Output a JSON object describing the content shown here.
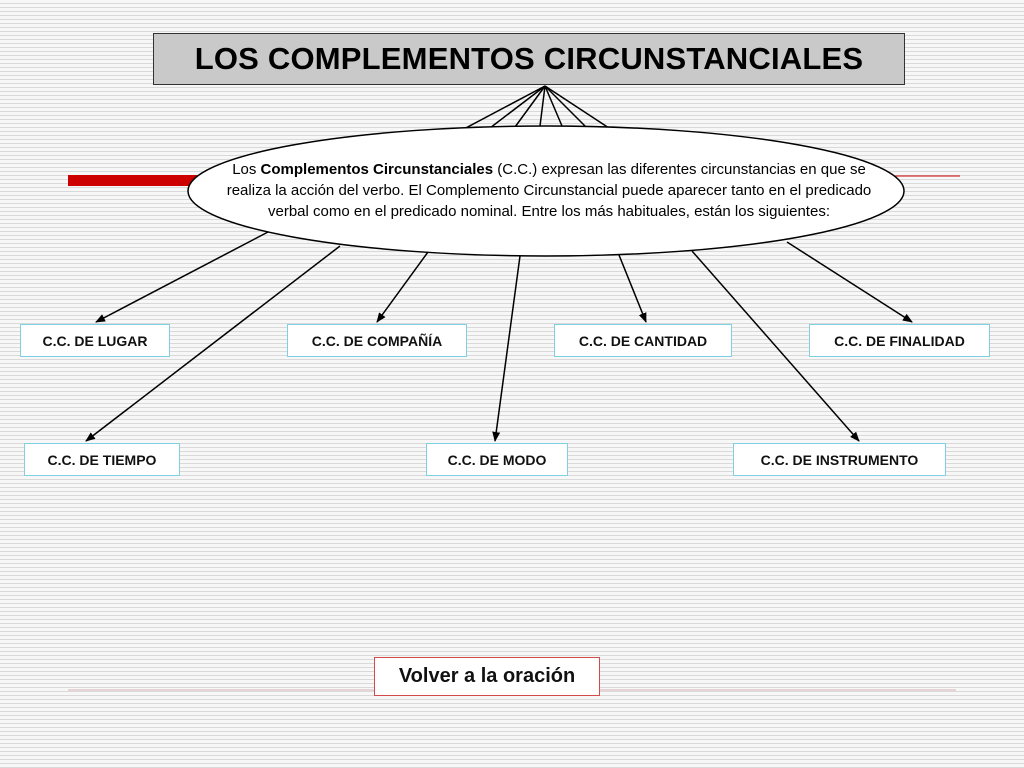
{
  "title": "LOS COMPLEMENTOS CIRCUNSTANCIALES",
  "definition": {
    "intro": "Los ",
    "term": "Complementos Circunstanciales",
    "body": " (C.C.) expresan las diferentes circunstancias en que se realiza la acción del verbo. El Complemento Circunstancial puede aparecer tanto en el predicado verbal como en el predicado nominal. Entre los más habituales, están los siguientes:"
  },
  "categories": [
    "C.C. DE LUGAR",
    "C.C. DE COMPAÑÍA",
    "C.C. DE CANTIDAD",
    "C.C. DE FINALIDAD",
    "C.C. DE TIEMPO",
    "C.C. DE MODO",
    "C.C. DE INSTRUMENTO"
  ],
  "back_button_label": "Volver a la oración",
  "colors": {
    "accent_red": "#cc0000",
    "box_border_cyan": "#7fd0e3",
    "title_fill": "#c9c9c9"
  }
}
